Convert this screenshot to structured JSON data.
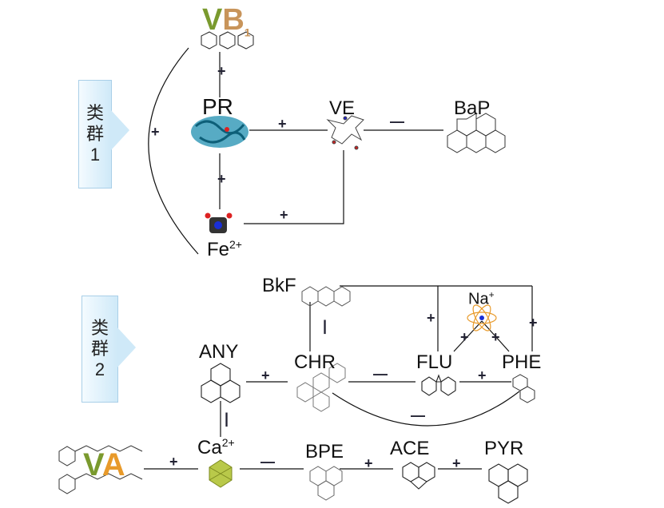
{
  "clusters": [
    {
      "line1": "类",
      "line2": "群",
      "line3": "1"
    },
    {
      "line1": "类",
      "line2": "群",
      "line3": "2"
    }
  ],
  "nodes": {
    "vb1": {
      "letters": "VB",
      "sub": "1"
    },
    "pr": "PR",
    "ve": "VE",
    "bap": "BaP",
    "fe": {
      "base": "Fe",
      "sup": "2+"
    },
    "bkf": "BkF",
    "na": {
      "base": "Na",
      "sup": "+"
    },
    "any": "ANY",
    "chr": "CHR",
    "flu": "FLU",
    "phe": "PHE",
    "ca": {
      "base": "Ca",
      "sup": "2+"
    },
    "bpe": "BPE",
    "ace": "ACE",
    "pyr": "PYR",
    "va": "VA"
  },
  "signs": {
    "plus": "+",
    "minus": "—",
    "bar": "|"
  },
  "colors": {
    "vb_v": "#7a9a2e",
    "vb_b": "#c8945a",
    "va_v": "#7a9a2e",
    "va_a": "#e89a2a",
    "protein": "#1f8fb0",
    "line": "#111111"
  }
}
